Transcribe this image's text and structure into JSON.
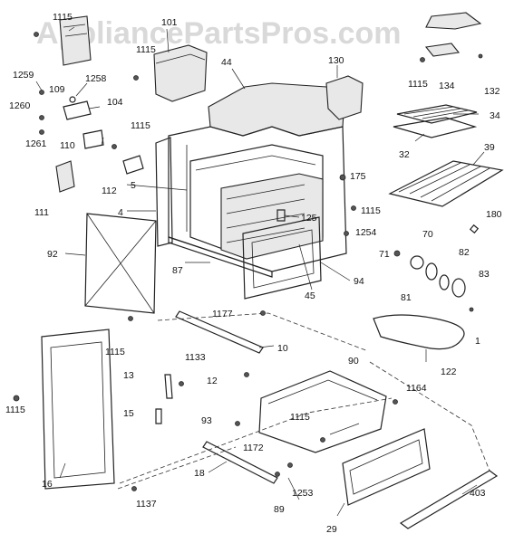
{
  "watermark": "AppliancePartsPros.com",
  "callouts": {
    "c1115a": "1115",
    "c101": "101",
    "c1115b": "1115",
    "c44": "44",
    "c130": "130",
    "c1115c": "1115",
    "c134": "134",
    "c132": "132",
    "c1259": "1259",
    "c109": "109",
    "c1258": "1258",
    "c104": "104",
    "c1260": "1260",
    "c1261": "1261",
    "c110": "110",
    "c1115d": "1115",
    "c112": "112",
    "c111": "111",
    "c34": "34",
    "c32": "32",
    "c39": "39",
    "c175": "175",
    "c5": "5",
    "c4": "4",
    "c125": "125",
    "c1115e": "1115",
    "c1254": "1254",
    "c180": "180",
    "c92": "92",
    "c87": "87",
    "c45": "45",
    "c94": "94",
    "c71": "71",
    "c70": "70",
    "c82": "82",
    "c81": "81",
    "c83": "83",
    "c1177": "1177",
    "c1115f": "1115",
    "c10": "10",
    "c1": "1",
    "c122": "122",
    "c1133": "1133",
    "c13": "13",
    "c12": "12",
    "c1115g": "1115",
    "c90": "90",
    "c1164": "1164",
    "c15": "15",
    "c93": "93",
    "c1115h": "1115",
    "c1172": "1172",
    "c16": "16",
    "c18": "18",
    "c1253": "1253",
    "c403": "403",
    "c1137": "1137",
    "c89": "89",
    "c29": "29"
  }
}
